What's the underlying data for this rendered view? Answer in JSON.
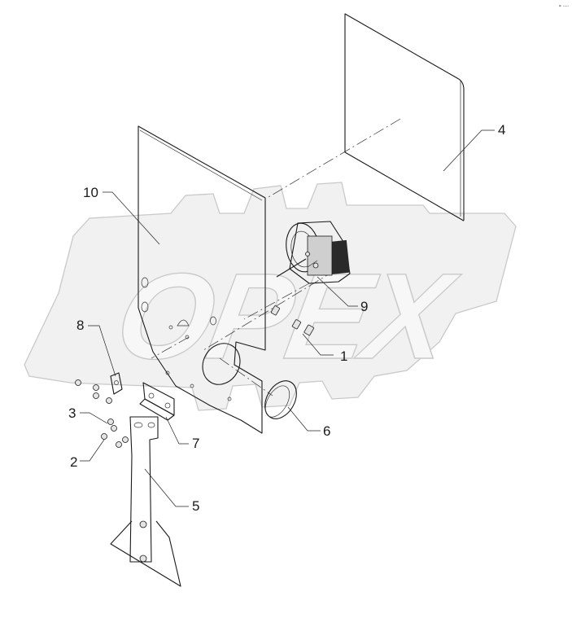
{
  "watermark": {
    "text": "OPEX"
  },
  "corner_mark": "⚭ ----",
  "callouts": [
    {
      "id": "c1",
      "label": "1"
    },
    {
      "id": "c2",
      "label": "2"
    },
    {
      "id": "c3",
      "label": "3"
    },
    {
      "id": "c4",
      "label": "4"
    },
    {
      "id": "c5",
      "label": "5"
    },
    {
      "id": "c6",
      "label": "6"
    },
    {
      "id": "c7",
      "label": "7"
    },
    {
      "id": "c8",
      "label": "8"
    },
    {
      "id": "c9",
      "label": "9"
    },
    {
      "id": "c10",
      "label": "10"
    }
  ]
}
